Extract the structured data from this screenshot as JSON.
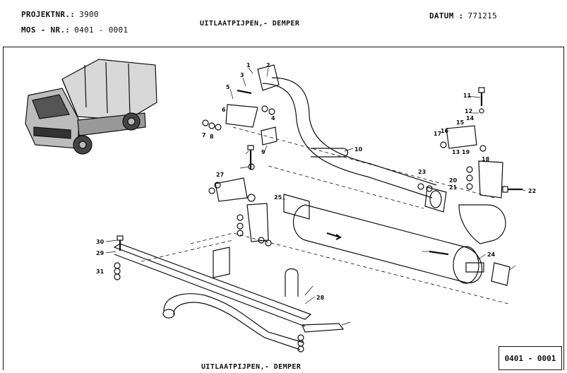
{
  "header": {
    "project_label": "PROJEKTNR.:",
    "project_value": "3900",
    "mos_label": "MOS - NR.:",
    "mos_value": "0401 - 0001",
    "datum_label": "DATUM :",
    "datum_value": "771215",
    "title_top": "UITLAATPIJPEN,- DEMPER"
  },
  "footer": {
    "title_bottom": "UITLAATPIJPEN,- DEMPER",
    "reference": "0401 - 0001"
  },
  "callouts": [
    "1",
    "2",
    "3",
    "4",
    "5",
    "6",
    "7",
    "8",
    "9",
    "10",
    "11",
    "12",
    "13",
    "14",
    "15",
    "16",
    "17",
    "18",
    "19",
    "20",
    "21",
    "22",
    "23",
    "24",
    "25",
    "27",
    "28",
    "29",
    "30",
    "31"
  ]
}
